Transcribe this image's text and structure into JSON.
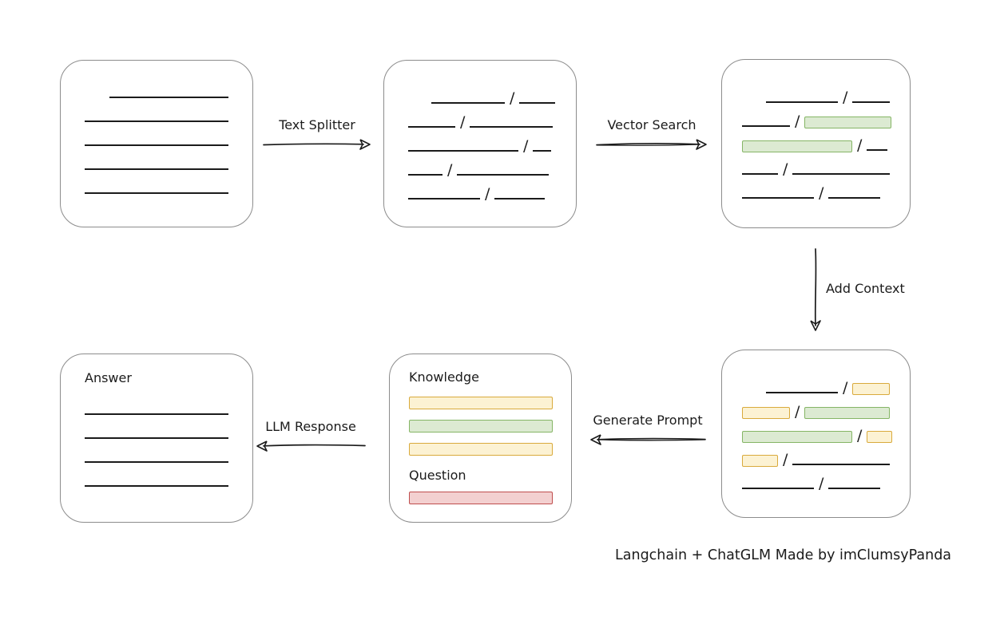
{
  "caption": "Langchain + ChatGLM Made by imClumsyPanda",
  "slash_char": "/",
  "colors": {
    "ink": "#1b1b1b",
    "box_border": "#8c8c8c",
    "green_fill": "#dcead2",
    "green_border": "#85b565",
    "yellow_fill": "#fcf2d3",
    "yellow_border": "#d9aa3c",
    "red_fill": "#f3d0d0",
    "red_border": "#bf4d4d"
  },
  "arrows": {
    "text_splitter": {
      "label": "Text Splitter",
      "direction": "right"
    },
    "vector_search": {
      "label": "Vector Search",
      "direction": "right"
    },
    "add_context": {
      "label": "Add Context",
      "direction": "down"
    },
    "generate_prompt": {
      "label": "Generate Prompt",
      "direction": "left"
    },
    "llm_response": {
      "label": "LLM Response",
      "direction": "left"
    }
  },
  "boxes": {
    "document": {
      "rows": [
        [
          {
            "t": "line",
            "w": 149,
            "ind": 31
          }
        ],
        [
          {
            "t": "line",
            "w": 180
          }
        ],
        [
          {
            "t": "line",
            "w": 180
          }
        ],
        [
          {
            "t": "line",
            "w": 180
          }
        ],
        [
          {
            "t": "line",
            "w": 180
          }
        ]
      ]
    },
    "chunks": {
      "rows": [
        [
          {
            "t": "line",
            "w": 92,
            "ind": 29
          },
          {
            "t": "slash"
          },
          {
            "t": "line",
            "w": 45
          }
        ],
        [
          {
            "t": "line",
            "w": 59
          },
          {
            "t": "slash"
          },
          {
            "t": "line",
            "w": 104
          }
        ],
        [
          {
            "t": "line",
            "w": 138
          },
          {
            "t": "slash"
          },
          {
            "t": "line",
            "w": 23
          }
        ],
        [
          {
            "t": "line",
            "w": 43
          },
          {
            "t": "slash"
          },
          {
            "t": "line",
            "w": 115
          }
        ],
        [
          {
            "t": "line",
            "w": 90
          },
          {
            "t": "slash"
          },
          {
            "t": "line",
            "w": 63
          }
        ]
      ]
    },
    "vector_result": {
      "rows": [
        [
          {
            "t": "line",
            "w": 90,
            "ind": 30
          },
          {
            "t": "slash"
          },
          {
            "t": "line",
            "w": 47
          }
        ],
        [
          {
            "t": "line",
            "w": 60
          },
          {
            "t": "slash"
          },
          {
            "t": "green",
            "w": 109
          }
        ],
        [
          {
            "t": "green",
            "w": 138
          },
          {
            "t": "slash"
          },
          {
            "t": "line",
            "w": 26
          }
        ],
        [
          {
            "t": "line",
            "w": 45
          },
          {
            "t": "slash"
          },
          {
            "t": "line",
            "w": 122
          }
        ],
        [
          {
            "t": "line",
            "w": 90
          },
          {
            "t": "slash"
          },
          {
            "t": "line",
            "w": 65
          }
        ]
      ]
    },
    "context": {
      "rows": [
        [
          {
            "t": "line",
            "w": 90,
            "ind": 30
          },
          {
            "t": "slash"
          },
          {
            "t": "yellow",
            "w": 47
          }
        ],
        [
          {
            "t": "yellow",
            "w": 60
          },
          {
            "t": "slash"
          },
          {
            "t": "green",
            "w": 107
          }
        ],
        [
          {
            "t": "green",
            "w": 138
          },
          {
            "t": "slash"
          },
          {
            "t": "yellow",
            "w": 32
          }
        ],
        [
          {
            "t": "yellow",
            "w": 45
          },
          {
            "t": "slash"
          },
          {
            "t": "line",
            "w": 122
          }
        ],
        [
          {
            "t": "line",
            "w": 90
          },
          {
            "t": "slash"
          },
          {
            "t": "line",
            "w": 65
          }
        ]
      ]
    },
    "prompt": {
      "knowledge_label": "Knowledge",
      "question_label": "Question",
      "bars": [
        "yellow",
        "green",
        "yellow"
      ],
      "question_bar": "red"
    },
    "answer": {
      "label": "Answer",
      "line_widths": [
        180,
        180,
        180,
        180
      ]
    }
  }
}
